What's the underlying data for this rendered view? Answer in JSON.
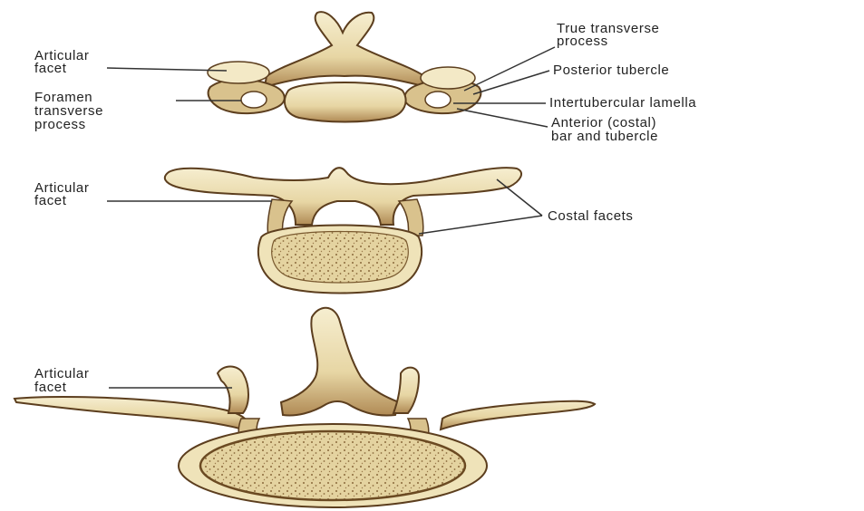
{
  "colors": {
    "bone": "#efe3b9",
    "bone_light": "#f6eed0",
    "bone_shadow": "#5c3e1e",
    "cancellous": "#e4d3a0",
    "cancellous_dot": "#8a6a3c",
    "leader_line": "#333333",
    "text": "#222222"
  },
  "cervical": {
    "articular_facet": [
      "Articular",
      "facet"
    ],
    "foramen_transverse_process": [
      "Foramen",
      "transverse",
      "process"
    ],
    "true_transverse_process": [
      "True transverse",
      "process"
    ],
    "posterior_tubercle": "Posterior tubercle",
    "intertubercular_lamella": "Intertubercular lamella",
    "anterior_costal_bar": [
      "Anterior (costal)",
      "bar and tubercle"
    ]
  },
  "thoracic": {
    "articular_facet": [
      "Articular",
      "facet"
    ],
    "costal_facets": "Costal facets"
  },
  "lumbar": {
    "articular_facet": [
      "Articular",
      "facet"
    ]
  }
}
